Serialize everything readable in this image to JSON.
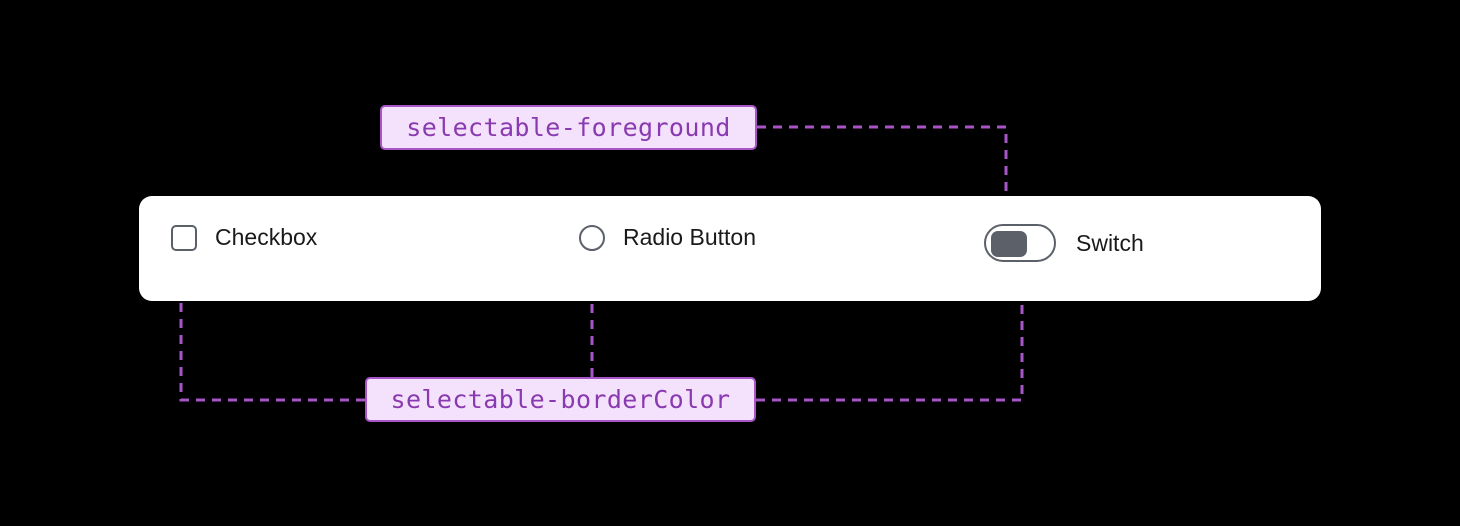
{
  "theme": {
    "background": "#000000",
    "card_background": "#ffffff",
    "accent_purple": "#a855c8",
    "label_fill": "#f4e2fc",
    "label_text": "#8a3ab0",
    "control_gray": "#5b6069",
    "control_text": "#1a1a1a"
  },
  "tokens": [
    {
      "id": "selectable-foreground",
      "label": "selectable-foreground",
      "targets": [
        "switch-thumb"
      ]
    },
    {
      "id": "selectable-borderColor",
      "label": "selectable-borderColor",
      "targets": [
        "checkbox-box",
        "radio-circle",
        "switch-track"
      ]
    }
  ],
  "card": {
    "controls": [
      {
        "id": "checkbox",
        "label": "Checkbox",
        "icon": "checkbox-unchecked-icon",
        "checked": false
      },
      {
        "id": "radio",
        "label": "Radio Button",
        "icon": "radio-unselected-icon",
        "selected": false
      },
      {
        "id": "switch",
        "label": "Switch",
        "icon": "switch-off-icon",
        "on": false
      }
    ]
  }
}
